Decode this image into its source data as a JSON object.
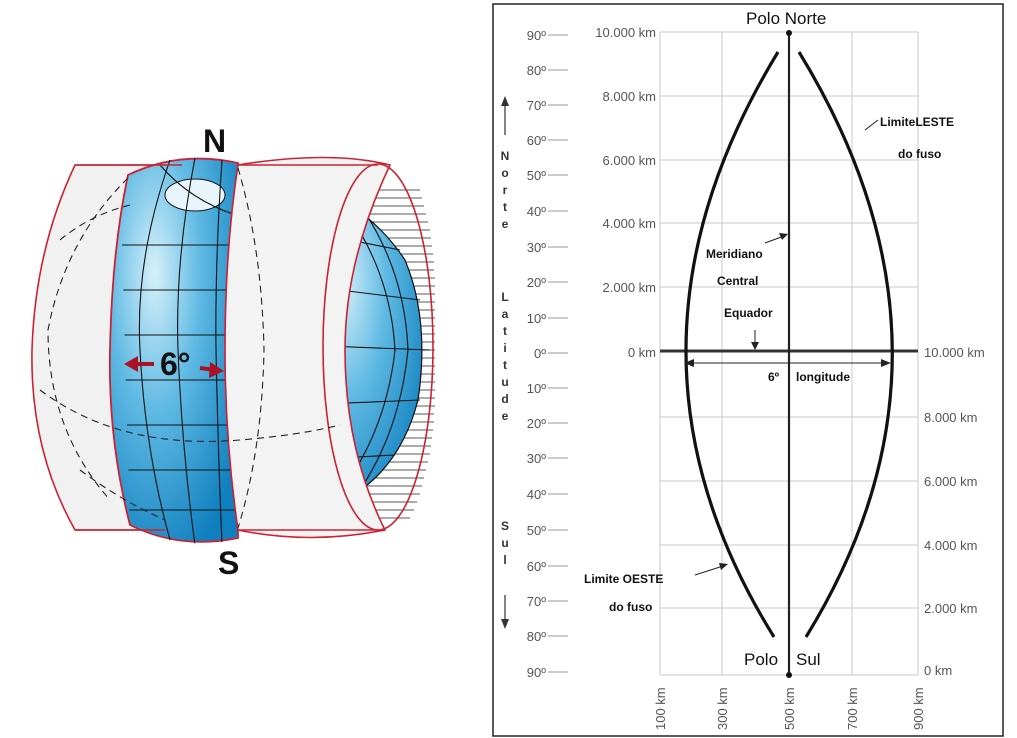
{
  "globe": {
    "north_label": "N",
    "south_label": "S",
    "zone_width_label": "6°",
    "colors": {
      "cylinder_edge": "#cc2233",
      "ocean_light": "#bfe6f6",
      "ocean_dark": "#1a8fc9",
      "arrow": "#aa1122"
    }
  },
  "zone": {
    "north_pole": "Polo Norte",
    "south_pole_word1": "Polo",
    "south_pole_word2": "Sul",
    "label_east_1": "LimiteLESTE",
    "label_east_2": "do fuso",
    "label_west_1": "Limite OESTE",
    "label_west_2": "do fuso",
    "label_meridian_1": "Meridiano",
    "label_meridian_2": "Central",
    "label_equator": "Equador",
    "label_longitude_deg": "6º",
    "label_longitude_word": "longitude",
    "latitude_ticks": [
      "90º",
      "80º",
      "70º",
      "60º",
      "50º",
      "40º",
      "30º",
      "20º",
      "10º",
      "0º",
      "10º",
      "20º",
      "30º",
      "40º",
      "50º",
      "60º",
      "70º",
      "80º",
      "90º"
    ],
    "north_distances": [
      "10.000 km",
      "8.000 km",
      "6.000 km",
      "4.000 km",
      "2.000 km",
      "0 km"
    ],
    "south_distances": [
      "10.000 km",
      "8.000 km",
      "6.000 km",
      "4.000 km",
      "2.000 km",
      "0 km"
    ],
    "easting_ticks": [
      "100 km",
      "300 km",
      "500 km",
      "700 km",
      "900 km"
    ],
    "axis_north_letters": [
      "N",
      "o",
      "r",
      "t",
      "e"
    ],
    "axis_latitude_letters": [
      "L",
      "a",
      "t",
      "i",
      "t",
      "u",
      "d",
      "e"
    ],
    "axis_south_letters": [
      "S",
      "u",
      "l"
    ]
  }
}
